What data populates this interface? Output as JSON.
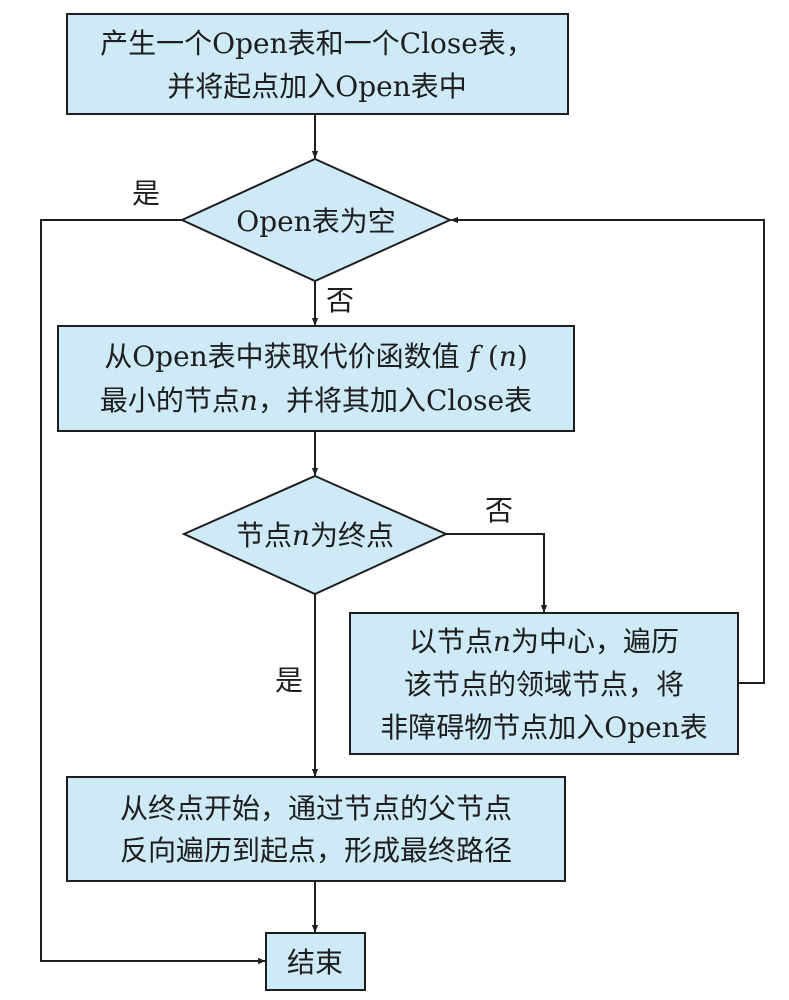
{
  "nodes": {
    "start": {
      "line1": "产生一个Open表和一个Close表，",
      "line2": "并将起点加入Open表中"
    },
    "open_empty": {
      "label": "Open表为空"
    },
    "select_min": {
      "line1_a": "从Open表中获取代价函数值",
      "line1_f": "f",
      "line1_paren_open": "(",
      "line1_n": "n",
      "line1_paren_close": ")",
      "line2_a": "最小的节点",
      "line2_n": "n",
      "line2_b": "，并将其加入Close表"
    },
    "is_goal": {
      "a": "节点",
      "n": "n",
      "b": "为终点"
    },
    "expand": {
      "line1_a": "以节点",
      "line1_n": "n",
      "line1_b": "为中心，遍历",
      "line2": "该节点的领域节点，将",
      "line3": "非障碍物节点加入Open表"
    },
    "backtrack": {
      "line1": "从终点开始，通过节点的父节点",
      "line2": "反向遍历到起点，形成最终路径"
    },
    "end": {
      "label": "结束"
    }
  },
  "edges": {
    "open_empty_yes": "是",
    "open_empty_no": "否",
    "is_goal_no": "否",
    "is_goal_yes": "是"
  }
}
